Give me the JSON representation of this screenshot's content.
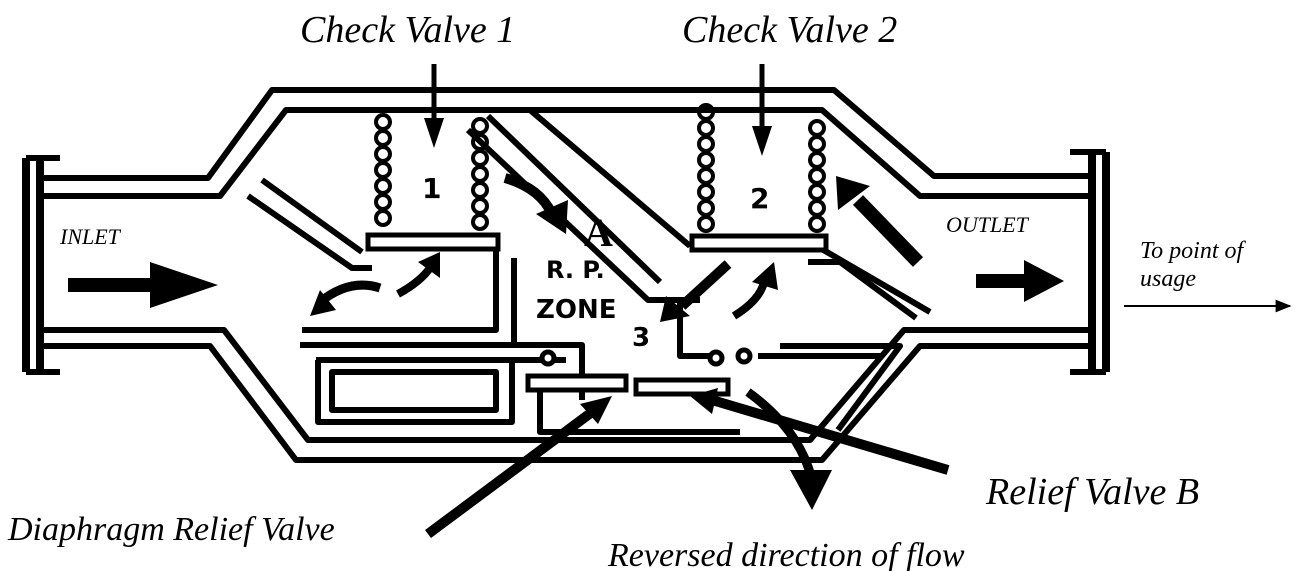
{
  "labels": {
    "check_valve_1": "Check Valve 1",
    "check_valve_2": "Check Valve 2",
    "inlet": "INLET",
    "outlet": "OUTLET",
    "to_point_line1": "To point of",
    "to_point_line2": "usage",
    "zone_a": "A",
    "rp": "R. P.",
    "zone": "ZONE",
    "num_1": "1",
    "num_2": "2",
    "num_3": "3",
    "relief_valve_b": "Relief Valve B",
    "diaphragm_relief_valve": "Diaphragm Relief Valve",
    "reversed_flow": "Reversed direction of flow"
  },
  "colors": {
    "ink": "#000000",
    "paper": "#ffffff"
  }
}
